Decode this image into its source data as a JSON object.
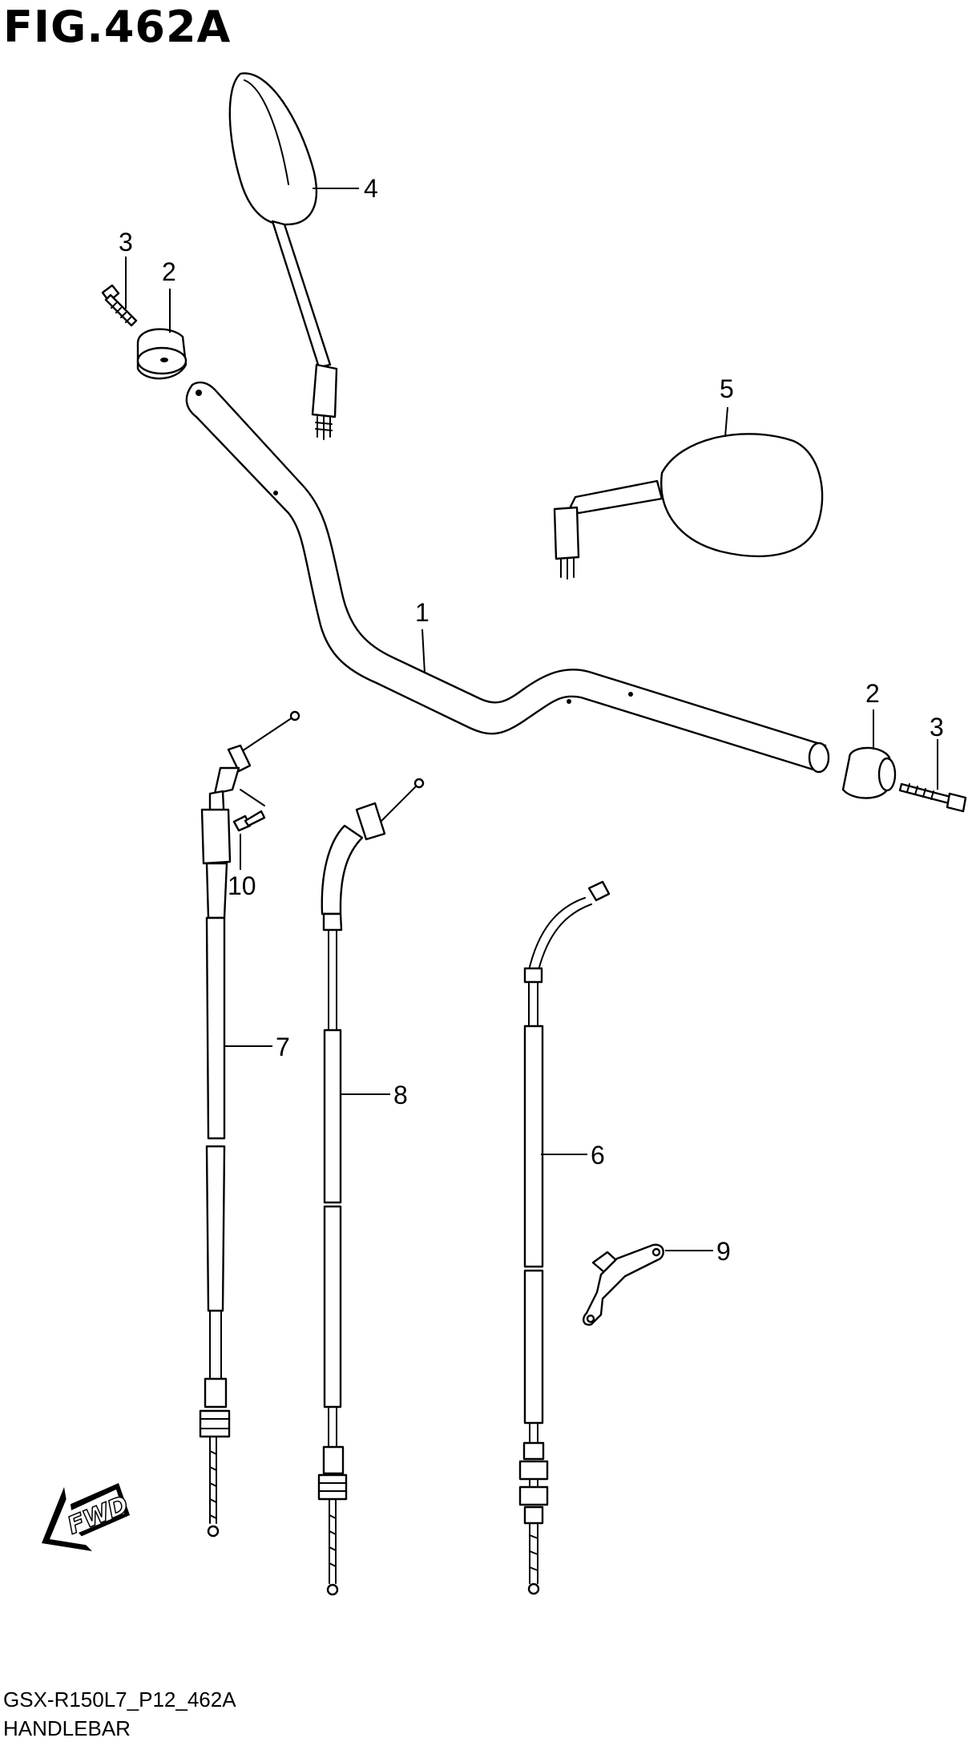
{
  "figure": {
    "title": "FIG.462A"
  },
  "footer": {
    "code": "GSX-R150L7_P12_462A",
    "name": "HANDLEBAR"
  },
  "direction_marker": {
    "label": "FWD"
  },
  "callouts": {
    "handlebar": "1",
    "balancer_left": "2",
    "balancer_right": "2",
    "screw_left": "3",
    "screw_right": "3",
    "mirror_right": "4",
    "mirror_left": "5",
    "cable_6": "6",
    "cable_7": "7",
    "cable_8": "8",
    "bracket_9": "9",
    "screw_10": "10"
  }
}
